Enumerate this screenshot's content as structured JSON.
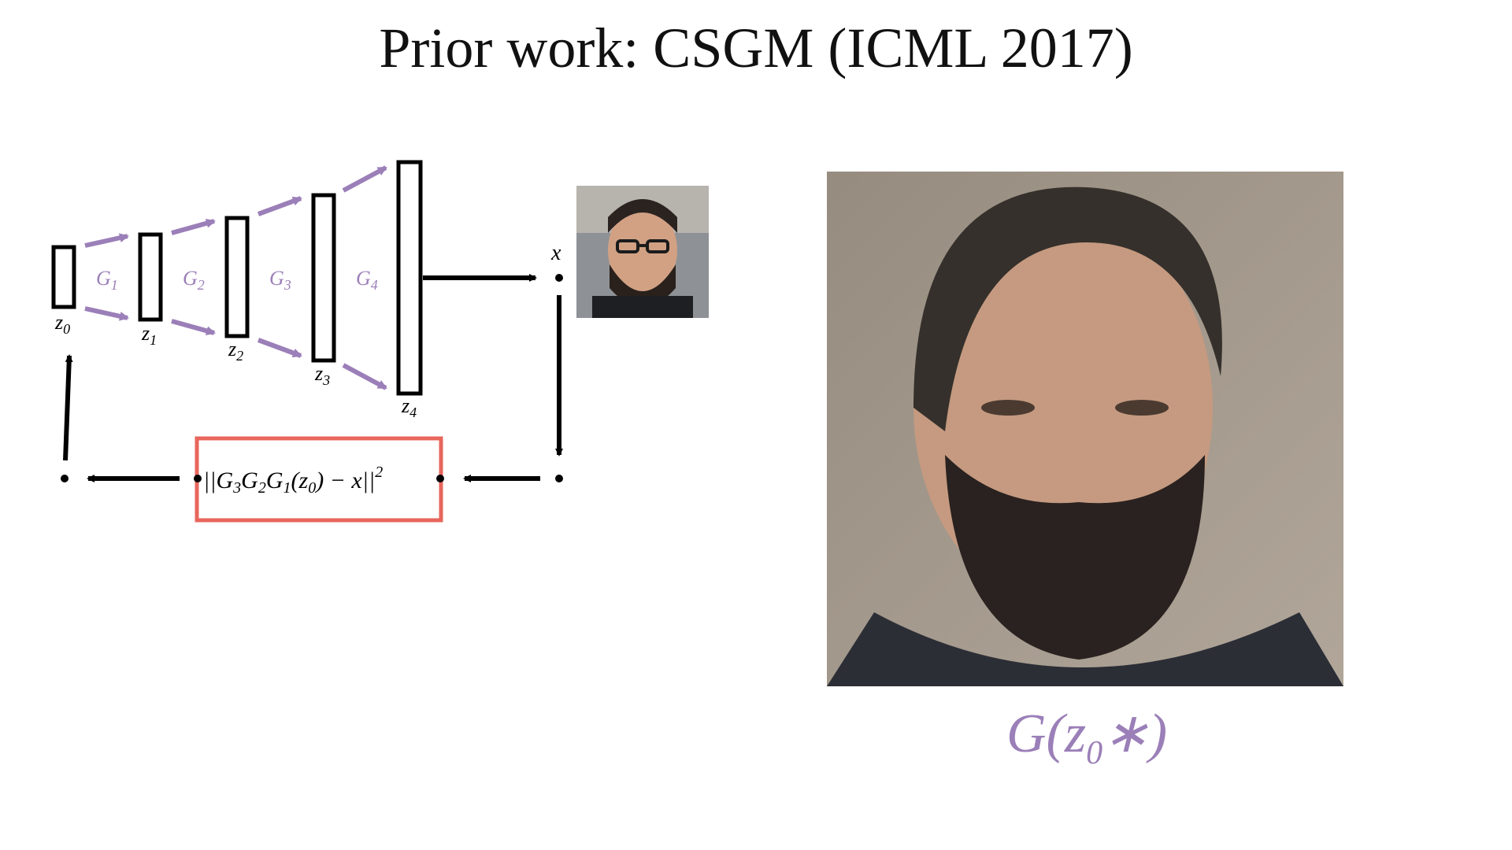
{
  "title": "Prior work: CSGM (ICML 2017)",
  "colors": {
    "accent_purple": "#9b7fb8",
    "loss_box_red": "#e8665c",
    "arrow_black": "#000000"
  },
  "diagram": {
    "generators": [
      {
        "label": "G",
        "sub": "1"
      },
      {
        "label": "G",
        "sub": "2"
      },
      {
        "label": "G",
        "sub": "3"
      },
      {
        "label": "G",
        "sub": "4"
      }
    ],
    "latents": [
      {
        "label": "z",
        "sub": "0"
      },
      {
        "label": "z",
        "sub": "1"
      },
      {
        "label": "z",
        "sub": "2"
      },
      {
        "label": "z",
        "sub": "3"
      },
      {
        "label": "z",
        "sub": "4"
      }
    ],
    "output_label": "x",
    "loss": {
      "prefix": "||G",
      "parts": [
        "3",
        "G",
        "2",
        "G",
        "1",
        "(z",
        "0",
        ") − x||",
        "2"
      ]
    }
  },
  "images": {
    "target_photo_icon": "face-photo-glasses",
    "result_photo_icon": "face-photo-bearded"
  },
  "result_caption": {
    "main": "G(z",
    "sub": "0",
    "tail": "∗)"
  }
}
